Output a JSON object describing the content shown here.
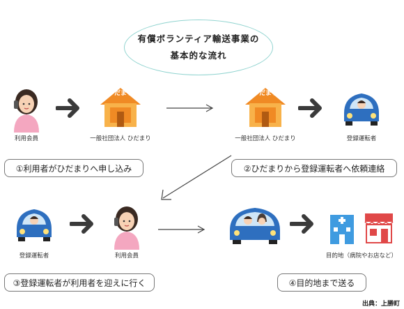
{
  "title": {
    "line1": "有償ボランティア輸送事業の",
    "line2": "基本的な流れ"
  },
  "labels": {
    "member_top": "利用会員",
    "org_top": "一般社団法人 ひだまり",
    "org_top_right": "一般社団法人 ひだまり",
    "driver_top": "登録運転者",
    "driver_bottom": "登録運転者",
    "member_bottom": "利用会員",
    "destination": "目的地（病院やお店など）"
  },
  "house_sign": "ひだまり",
  "steps": {
    "s1": "①利用者がひだまりへ申し込み",
    "s2": "②ひだまりから登録運転者へ依頼連絡",
    "s3": "③登録運転者が利用者を迎えに行く",
    "s4": "④目的地まで送る"
  },
  "source": "出典：上勝町",
  "colors": {
    "car": "#2e6fbf",
    "house": "#f08a24",
    "arrow": "#3a3a3a",
    "oval": "#8fd3cf",
    "building": "#3f9be0",
    "shop": "#e04848"
  }
}
